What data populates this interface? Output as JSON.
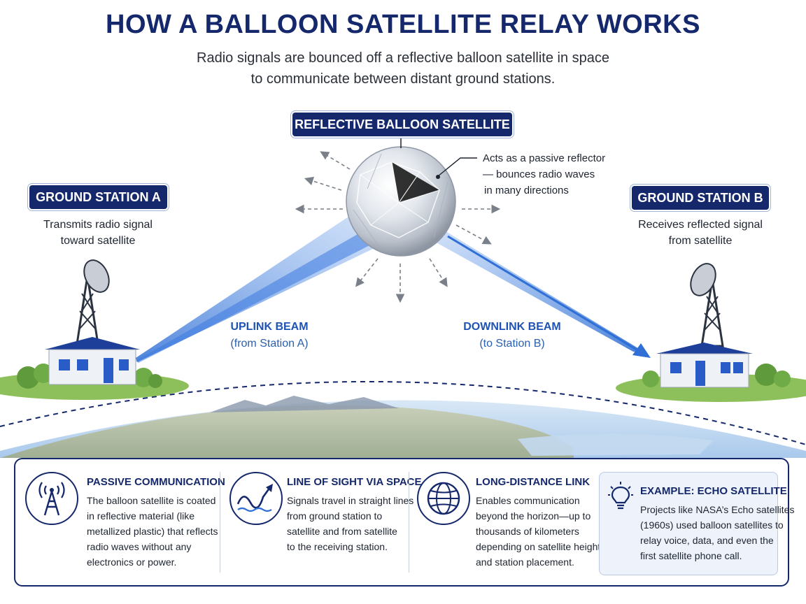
{
  "title": "HOW A BALLOON SATELLITE RELAY WORKS",
  "subtitle": {
    "line1": "Radio signals are bounced off a reflective balloon satellite in space",
    "line2": "to communicate between distant ground stations."
  },
  "satellite": {
    "label": "REFLECTIVE BALLOON SATELLITE",
    "annotation": [
      "Acts as a passive reflector",
      "— bounces radio waves",
      "in many directions"
    ]
  },
  "station_a": {
    "label": "GROUND STATION A",
    "desc": [
      "Transmits radio signal",
      "toward satellite"
    ]
  },
  "station_b": {
    "label": "GROUND STATION B",
    "desc": [
      "Receives reflected signal",
      "from satellite"
    ]
  },
  "uplink": {
    "title": "UPLINK BEAM",
    "sub": "(from Station A)"
  },
  "downlink": {
    "title": "DOWNLINK BEAM",
    "sub": "(to Station B)"
  },
  "cards": [
    {
      "icon": "radio-tower-icon",
      "title": "PASSIVE COMMUNICATION",
      "lines": [
        "The balloon satellite is coated",
        "in reflective material (like",
        "metallized plastic) that reflects",
        "radio waves without any",
        "electronics or power."
      ]
    },
    {
      "icon": "signal-wave-icon",
      "title": "LINE OF SIGHT VIA SPACE",
      "lines": [
        "Signals travel in straight lines",
        "from ground station to",
        "satellite and from satellite",
        "to the receiving station."
      ]
    },
    {
      "icon": "globe-icon",
      "title": "LONG-DISTANCE LINK",
      "lines": [
        "Enables communication",
        "beyond the horizon—up to",
        "thousands of kilometers",
        "depending on satellite height",
        "and station placement."
      ]
    },
    {
      "icon": "lightbulb-icon",
      "title": "EXAMPLE: ECHO SATELLITE",
      "lines": [
        "Projects like NASA’s Echo satellites",
        "(1960s) used balloon satellites to",
        "relay voice, data, and even the",
        "first satellite phone call."
      ]
    }
  ],
  "colors": {
    "navy": "#14286b",
    "beam": "#5b8fe0",
    "accent_blue": "#1e53b5"
  }
}
